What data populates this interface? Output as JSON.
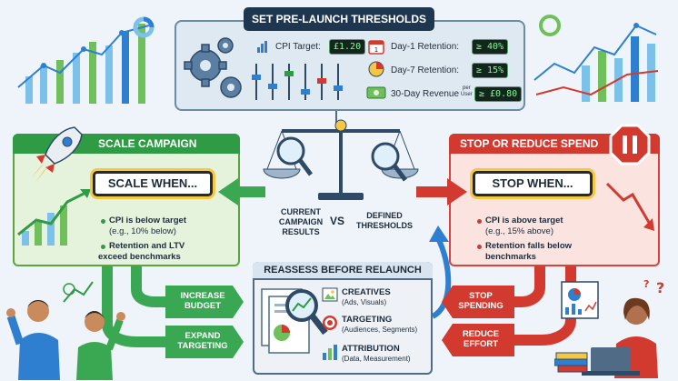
{
  "top_panel": {
    "title": "SET PRE-LAUNCH THRESHOLDS",
    "cpi_label": "CPI Target:",
    "cpi_value": "£1.20",
    "day1_label": "Day-1 Retention:",
    "day1_value": "≥ 40%",
    "day7_label": "Day-7 Retention:",
    "day7_value": "≥ 15%",
    "revenue_label": "30-Day Revenue",
    "revenue_per": "per",
    "revenue_user": "User",
    "revenue_value": "≥ £0.80"
  },
  "scale": {
    "header": "SCALE CAMPAIGN",
    "sign": "SCALE WHEN...",
    "bullet1": "CPI is below target",
    "bullet1_sub": "(e.g., 10% below)",
    "bullet2_line1": "Retention and LTV",
    "bullet2_line2": "exceed benchmarks",
    "action1_line1": "INCREASE",
    "action1_line2": "BUDGET",
    "action2_line1": "EXPAND",
    "action2_line2": "TARGETING"
  },
  "stop": {
    "header": "STOP OR REDUCE SPEND",
    "sign": "STOP WHEN...",
    "bullet1": "CPI is above target",
    "bullet1_sub": "(e.g., 15% above)",
    "bullet2_line1": "Retention falls below",
    "bullet2_line2": "benchmarks",
    "action1_line1": "STOP",
    "action1_line2": "SPENDING",
    "action2_line1": "REDUCE",
    "action2_line2": "EFFORT"
  },
  "compare": {
    "left_line1": "CURRENT",
    "left_line2": "CAMPAIGN",
    "left_line3": "RESULTS",
    "vs": "VS",
    "right_line1": "DEFINED",
    "right_line2": "THRESHOLDS"
  },
  "reassess": {
    "title": "REASSESS BEFORE RELAUNCH",
    "item1_title": "CREATIVES",
    "item1_sub": "(Ads, Visuals)",
    "item2_title": "TARGETING",
    "item2_sub": "(Audiences, Segments)",
    "item3_title": "ATTRIBUTION",
    "item3_sub": "(Data, Measurement)"
  },
  "colors": {
    "green": "#2f9b45",
    "red": "#d33a2f",
    "navy": "#1e3650",
    "blue": "#2f7fd1"
  }
}
